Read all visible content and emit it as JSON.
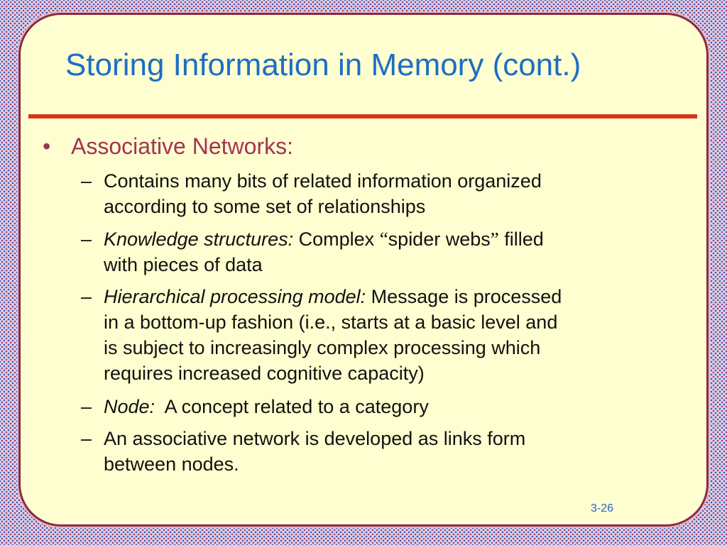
{
  "slide": {
    "title": "Storing Information in Memory (cont.)",
    "page_number": "3-26",
    "colors": {
      "title": "#1c6ec6",
      "rule": "#d8361b",
      "bullet": "#a23454",
      "background": "#fefed0",
      "border": "#8a2a44"
    }
  },
  "bullet": {
    "marker": "•",
    "label": "Associative Networks:"
  },
  "sub": {
    "dash": "–",
    "item1": {
      "line1": "Contains many bits of related information organized",
      "line2": "according to some set of relationships"
    },
    "item2": {
      "term": "Knowledge structures:",
      "rest1": " Complex ",
      "quote_open": "“",
      "quoted": "spider webs",
      "quote_close": "”",
      "rest2": " filled",
      "line2": "with pieces of data"
    },
    "item3": {
      "term": "Hierarchical processing model:",
      "rest1": " Message is processed",
      "line2": "in a bottom-up fashion (i.e., starts at a basic level and",
      "line3": "is subject to increasingly complex processing which",
      "line4": "requires increased cognitive capacity)"
    },
    "item4": {
      "term": "Node:",
      "rest1": "  A concept related to a category"
    },
    "item5": {
      "line1": "An associative network is developed as links form",
      "line2": "between nodes."
    }
  }
}
